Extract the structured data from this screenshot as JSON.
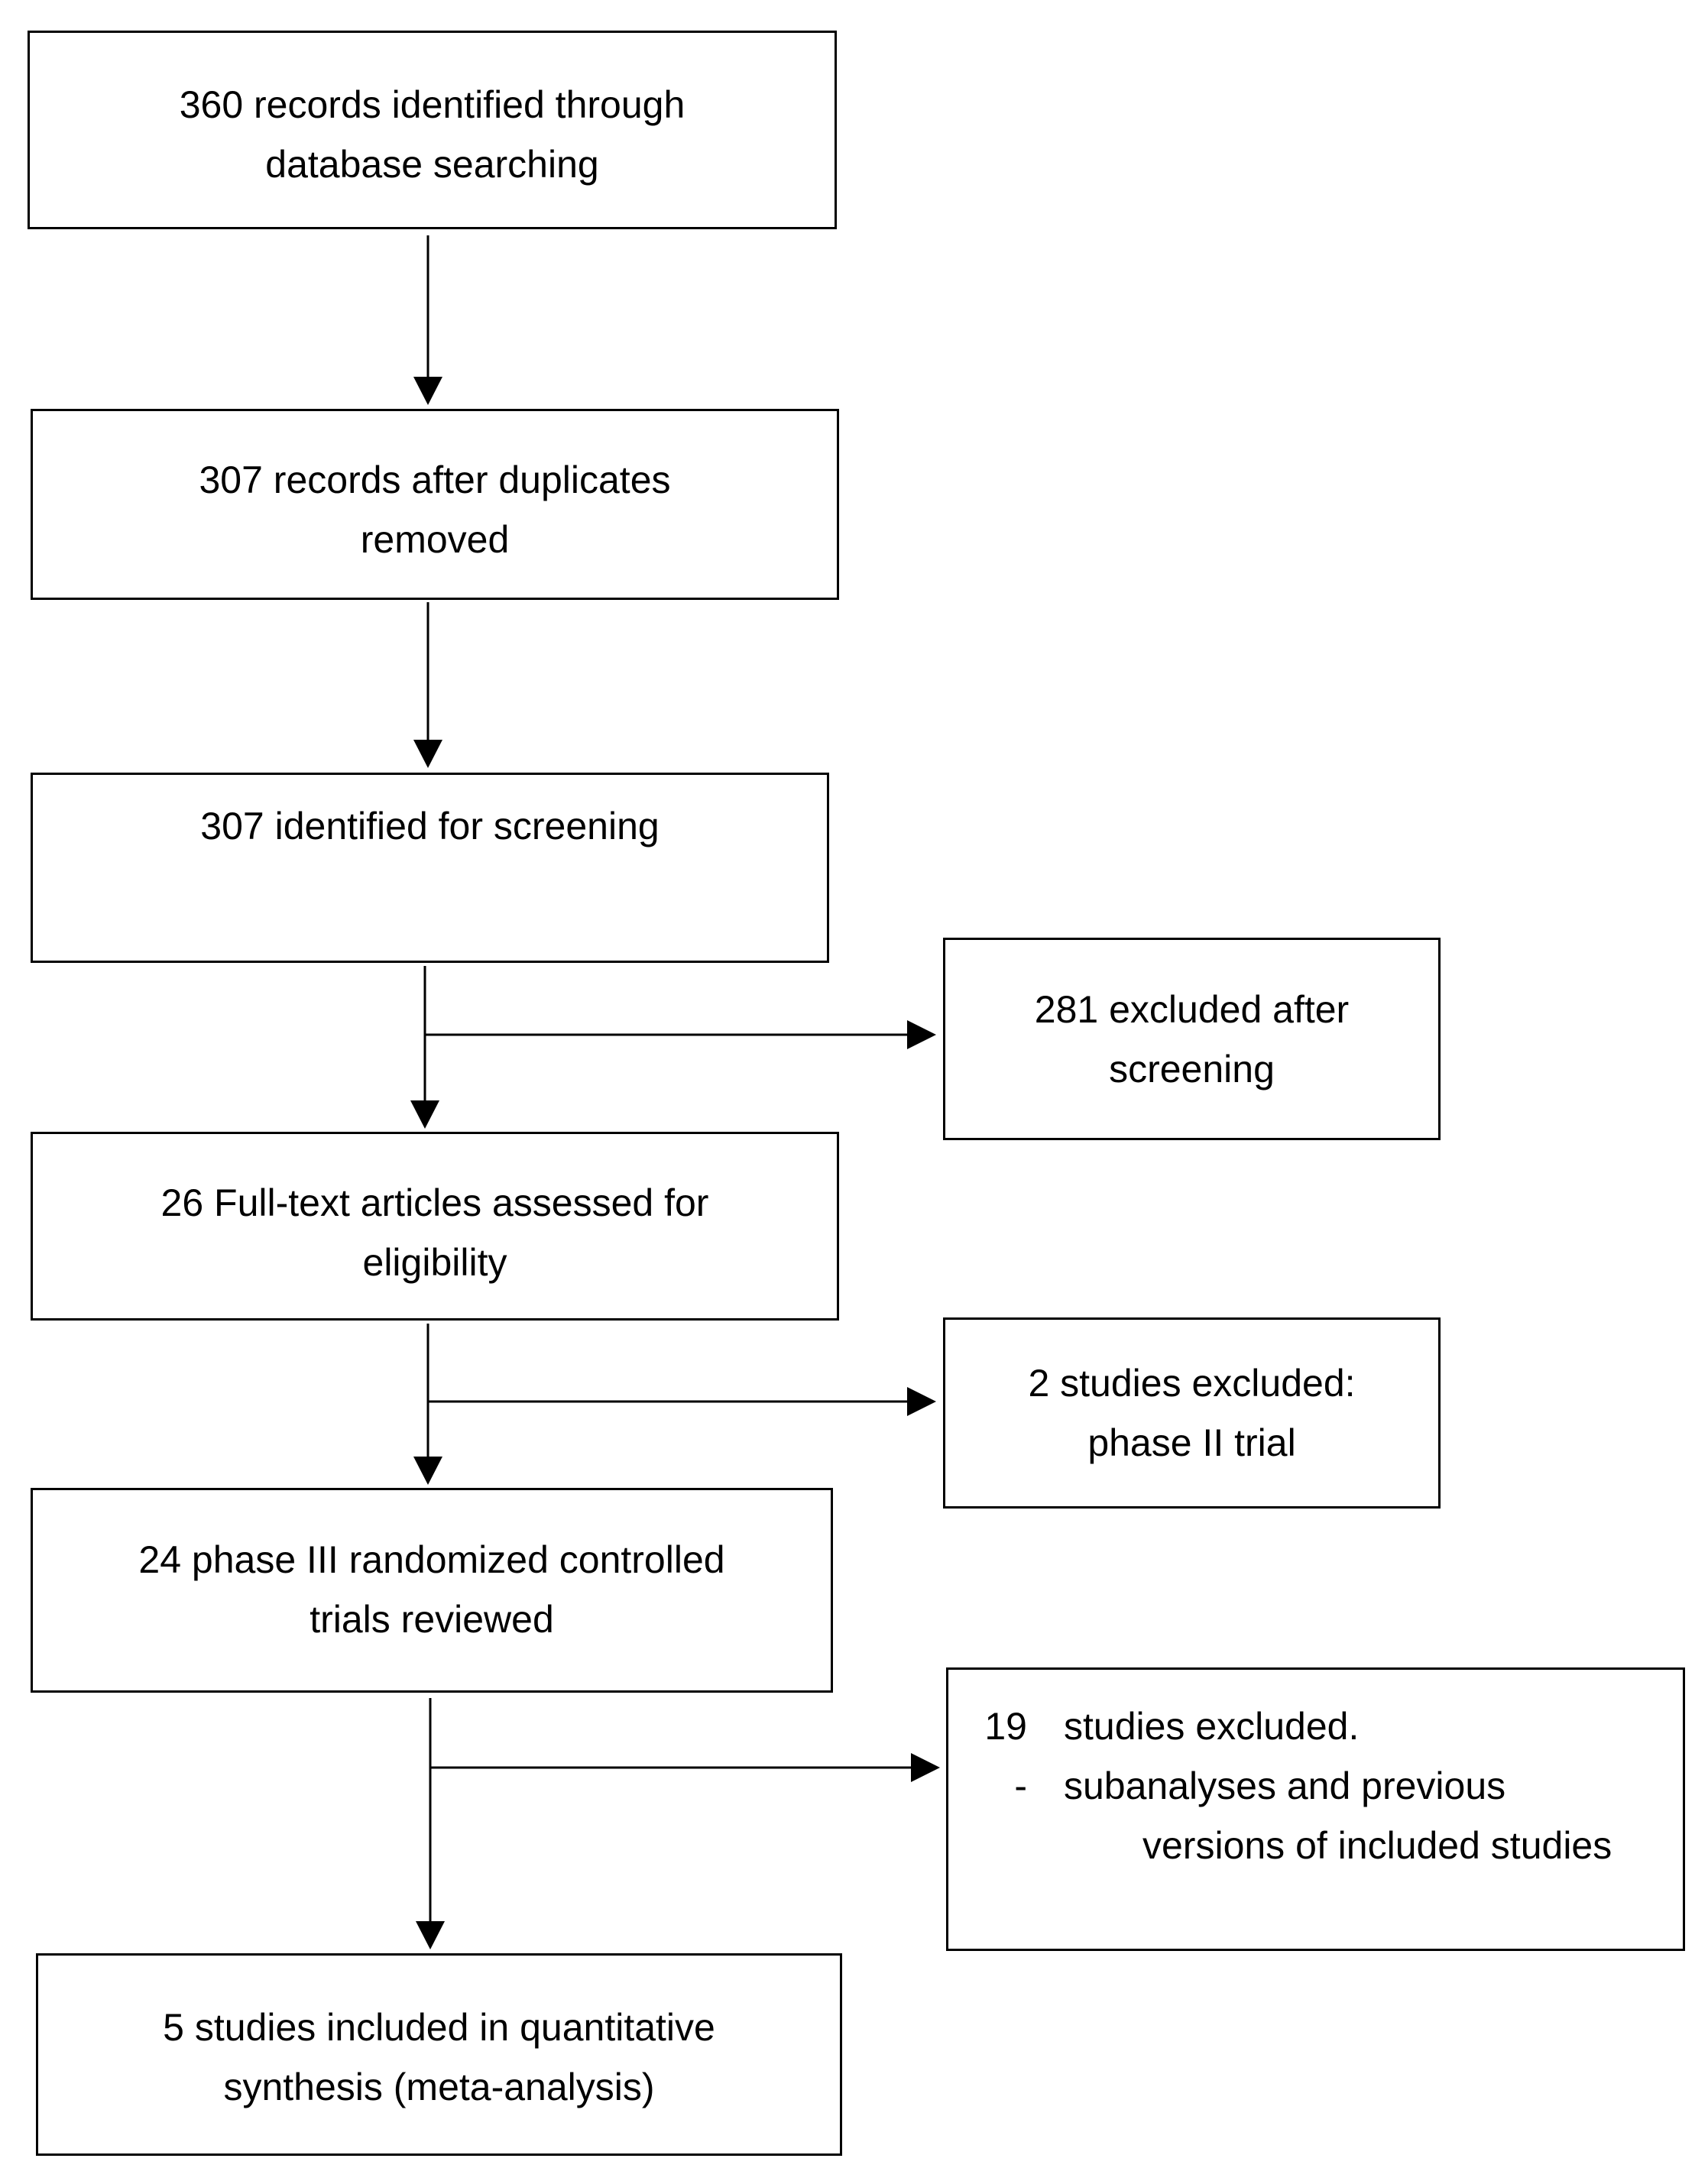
{
  "flowchart": {
    "records_identified": {
      "lines": [
        "360 records identified through",
        "database searching"
      ]
    },
    "after_duplicates": {
      "lines": [
        "307 records after duplicates",
        "removed"
      ]
    },
    "identified_for_screening": {
      "lines": [
        "307 identified for screening"
      ]
    },
    "excluded_after_screening": {
      "lines": [
        "281 excluded after",
        "screening"
      ]
    },
    "fulltext_assessed": {
      "lines": [
        "26 Full-text articles assessed for",
        "eligibility"
      ]
    },
    "excluded_phase2": {
      "lines": [
        "2 studies excluded:",
        "phase II trial"
      ]
    },
    "phase3_reviewed": {
      "lines": [
        "24 phase III randomized controlled",
        "trials reviewed"
      ]
    },
    "excluded_subanalyses": {
      "count": "19",
      "heading": "studies excluded.",
      "bullet_marker": "-",
      "bullet_lines": [
        "subanalyses and previous",
        "versions of included studies"
      ]
    },
    "included_quantitative": {
      "lines": [
        "5 studies included in quantitative",
        "synthesis (meta-analysis)"
      ]
    }
  }
}
